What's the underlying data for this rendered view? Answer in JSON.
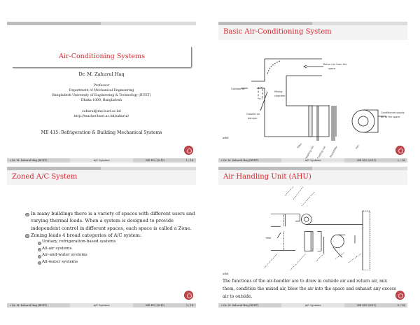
{
  "footer": {
    "author": "c  Dr. M. Zahurul Haq (BUET)",
    "short_title": "A/C Systems",
    "course": "ME 415 (2011)"
  },
  "slide1": {
    "title": "Air-Conditioning Systems",
    "author": "Dr. M. Zahurul Haq",
    "position": "Professor",
    "dept": "Department of Mechanical Engineering",
    "univ": "Bangladesh University of Engineering & Technology (BUET)",
    "city": "Dhaka-1000, Bangladesh",
    "email": "zahurul@me.buet.ac.bd",
    "url": "http://teacher.buet.ac.bd/zahurul/",
    "course": "ME 415: Refrigeration & Building Mechanical Systems",
    "page": "1 / 14"
  },
  "slide2": {
    "title": "Basic Air-Conditioning System",
    "labels": {
      "return": "Return air from the",
      "return2": "space",
      "outdoor": "Outdoor air",
      "mixing": "Mixing",
      "mixing2": "chamber",
      "damper": "Outside air",
      "damper2": "damper",
      "supply": "Conditioned supply",
      "supply2": "air to the space",
      "filter": "Filter",
      "heating": "Heating coil",
      "cooling": "Cooling coil",
      "humid": "Humidifier",
      "fan": "Fan"
    },
    "source": "ashb",
    "page": "2 / 14"
  },
  "slide3": {
    "title": "Zoned A/C System",
    "bullets": [
      "In many buildings there is a variety of spaces with different users and varying thermal loads. When a system is designed to provide independent control in different spaces, each space is called a Zone.",
      "Zoning leads 4 broad categories of A/C system:"
    ],
    "sub": [
      "Unitary, refrigeration-based systems",
      "All-air systems",
      "Air-and-water systems",
      "All-water systems"
    ],
    "page": "3 / 14"
  },
  "slide4": {
    "title": "Air Handling Unit (AHU)",
    "source": "ashd",
    "text": "The functions of the air-handler are to draw in outside air and return air, mix them, condition the mixed air, blow the air into the space and exhaust any excess air to outside.",
    "page": "4 / 14"
  }
}
